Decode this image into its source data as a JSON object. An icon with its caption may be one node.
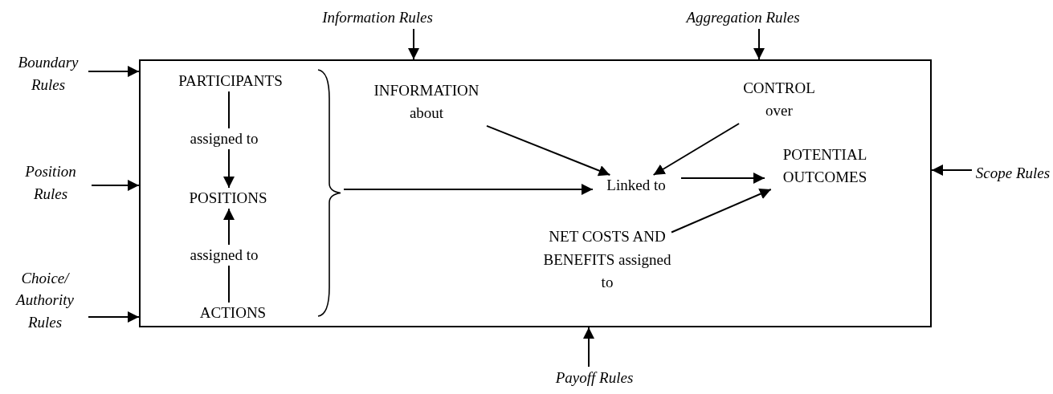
{
  "diagram": {
    "nodes": [
      {
        "text": [],
        "shape": "box"
      },
      {
        "text": [
          "PARTICIPANTS"
        ],
        "in": 0
      },
      {
        "text": [
          "assigned to"
        ],
        "in": 0
      },
      {
        "text": [
          "POSITIONS"
        ],
        "in": 0
      },
      {
        "text": [
          "assigned to"
        ],
        "in": 0
      },
      {
        "text": [
          "ACTIONS"
        ],
        "in": 0
      },
      {
        "text": [],
        "shape": "brace",
        "in": 0
      },
      {
        "text": [
          "INFORMATION about"
        ],
        "in": 0
      },
      {
        "text": [
          "CONTROL over"
        ],
        "in": 0
      },
      {
        "text": [
          "Linked to"
        ],
        "in": 0
      },
      {
        "text": [
          "POTENTIAL OUTCOMES"
        ],
        "in": 0
      },
      {
        "text": [
          "NET COSTS AND BENEFITS assigned to"
        ],
        "in": 0
      },
      {
        "text": [
          "Boundary Rules"
        ]
      },
      {
        "text": [
          "Position Rules"
        ]
      },
      {
        "text": [
          "Choice/ Authority Rules"
        ]
      },
      {
        "text": [
          "Information Rules"
        ]
      },
      {
        "text": [
          "Aggregation Rules"
        ]
      },
      {
        "text": [
          "Scope Rules"
        ]
      },
      {
        "text": [
          "Payoff Rules"
        ]
      }
    ],
    "edges": [
      {
        "from": 1,
        "to": 2,
        "arrow": "none"
      },
      {
        "from": 2,
        "to": 3,
        "arrow": "to"
      },
      {
        "from": 5,
        "to": 4,
        "arrow": "none"
      },
      {
        "from": 4,
        "to": 3,
        "arrow": "to"
      },
      {
        "from": 6,
        "to": 9,
        "arrow": "to"
      },
      {
        "from": 7,
        "to": 9,
        "arrow": "to"
      },
      {
        "from": 8,
        "to": 9,
        "arrow": "to"
      },
      {
        "from": 9,
        "to": 10,
        "arrow": "to"
      },
      {
        "from": 11,
        "to": 10,
        "arrow": "to"
      },
      {
        "from": 12,
        "to": 0,
        "arrow": "to"
      },
      {
        "from": 13,
        "to": 0,
        "arrow": "to"
      },
      {
        "from": 14,
        "to": 0,
        "arrow": "to"
      },
      {
        "from": 15,
        "to": 0,
        "arrow": "to"
      },
      {
        "from": 16,
        "to": 0,
        "arrow": "to"
      },
      {
        "from": 17,
        "to": 0,
        "arrow": "to"
      },
      {
        "from": 18,
        "to": 0,
        "arrow": "to"
      }
    ]
  }
}
